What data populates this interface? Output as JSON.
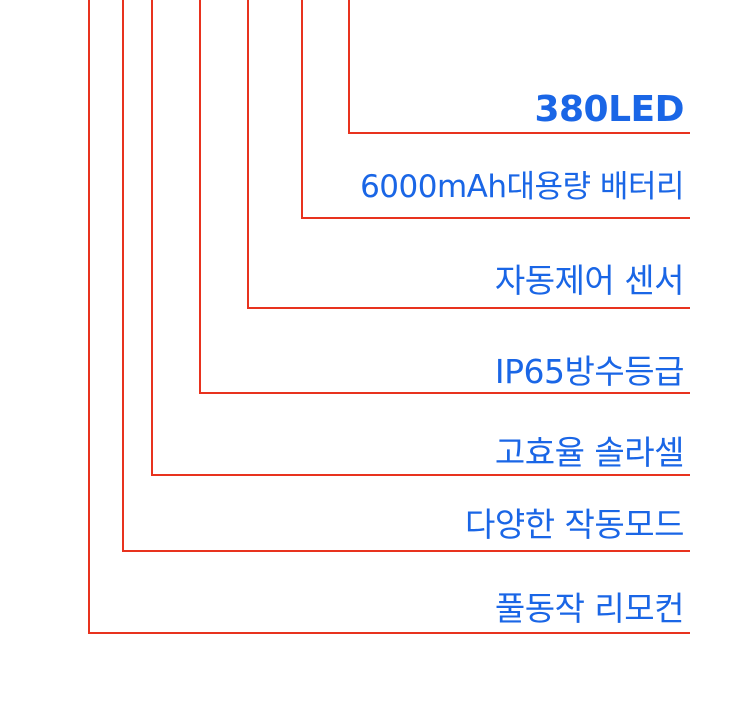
{
  "colors": {
    "line": "#e8321e",
    "text": "#1a66e6",
    "background": "#ffffff"
  },
  "features": [
    {
      "id": "led",
      "label": "380LED"
    },
    {
      "id": "battery",
      "label": "6000mAh대용량 배터리"
    },
    {
      "id": "sensor",
      "label": "자동제어 센서"
    },
    {
      "id": "waterproof",
      "label": "IP65방수등급"
    },
    {
      "id": "solar",
      "label": "고효율 솔라셀"
    },
    {
      "id": "modes",
      "label": "다양한 작동모드"
    },
    {
      "id": "remote",
      "label": "풀동작 리모컨"
    }
  ]
}
